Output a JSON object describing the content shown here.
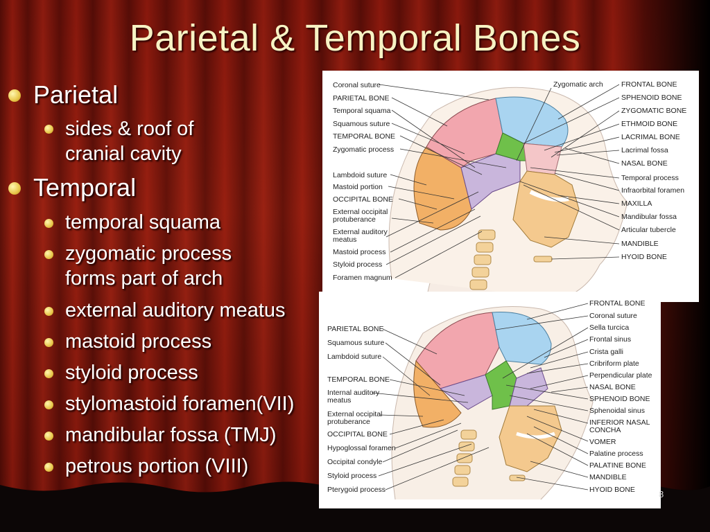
{
  "title": "Parietal & Temporal Bones",
  "page_number": "8",
  "bullets": {
    "parietal": "Parietal",
    "parietal_sub_1a": "sides & roof of",
    "parietal_sub_1b": "cranial cavity",
    "temporal": "Temporal",
    "temporal_items": [
      "temporal squama",
      "zygomatic process",
      "forms part of arch",
      "external auditory meatus",
      "mastoid process",
      "styloid process",
      "stylomastoid foramen(VII)",
      "mandibular fossa (TMJ)",
      "petrous portion (VIII)"
    ]
  },
  "diagram_top": {
    "left_labels": [
      "Coronal suture",
      "PARIETAL BONE",
      "Temporal squama",
      "Squamous suture",
      "TEMPORAL BONE",
      "Zygomatic process",
      "Lambdoid suture",
      "Mastoid portion",
      "OCCIPITAL BONE",
      "External occipital",
      "protuberance",
      "External auditory",
      "meatus",
      "Mastoid process",
      "Styloid process",
      "Foramen magnum"
    ],
    "top_label": "Zygomatic arch",
    "right_labels": [
      "FRONTAL BONE",
      "SPHENOID BONE",
      "ZYGOMATIC BONE",
      "ETHMOID BONE",
      "LACRIMAL BONE",
      "Lacrimal fossa",
      "NASAL BONE",
      "Temporal process",
      "Infraorbital foramen",
      "MAXILLA",
      "Mandibular fossa",
      "Articular tubercle",
      "MANDIBLE",
      "HYOID BONE"
    ]
  },
  "diagram_bottom": {
    "left_labels": [
      "PARIETAL BONE",
      "Squamous suture",
      "Lambdoid suture",
      "TEMPORAL BONE",
      "Internal auditory",
      "meatus",
      "External occipital",
      "protuberance",
      "OCCIPITAL BONE",
      "Hypoglossal foramen",
      "Occipital condyle",
      "Styloid process",
      "Pterygoid process"
    ],
    "right_labels": [
      "FRONTAL BONE",
      "Coronal suture",
      "Sella turcica",
      "Frontal sinus",
      "Crista galli",
      "Cribriform plate",
      "Perpendicular plate",
      "NASAL BONE",
      "SPHENOID BONE",
      "Sphenoidal sinus",
      "INFERIOR NASAL",
      "CONCHA",
      "VOMER",
      "Palatine process",
      "PALATINE BONE",
      "MANDIBLE",
      "HYOID BONE"
    ]
  },
  "colors": {
    "title": "#f7f3c4",
    "bullet": "#e8c64a",
    "parietal": "#f2a6ae",
    "frontal": "#a9d4f0",
    "temporal": "#c9b6dc",
    "occipital": "#f2b066",
    "sphenoid": "#6fc04a",
    "zygomatic": "#f4c6c8",
    "maxilla_mandible": "#f4c98e"
  }
}
